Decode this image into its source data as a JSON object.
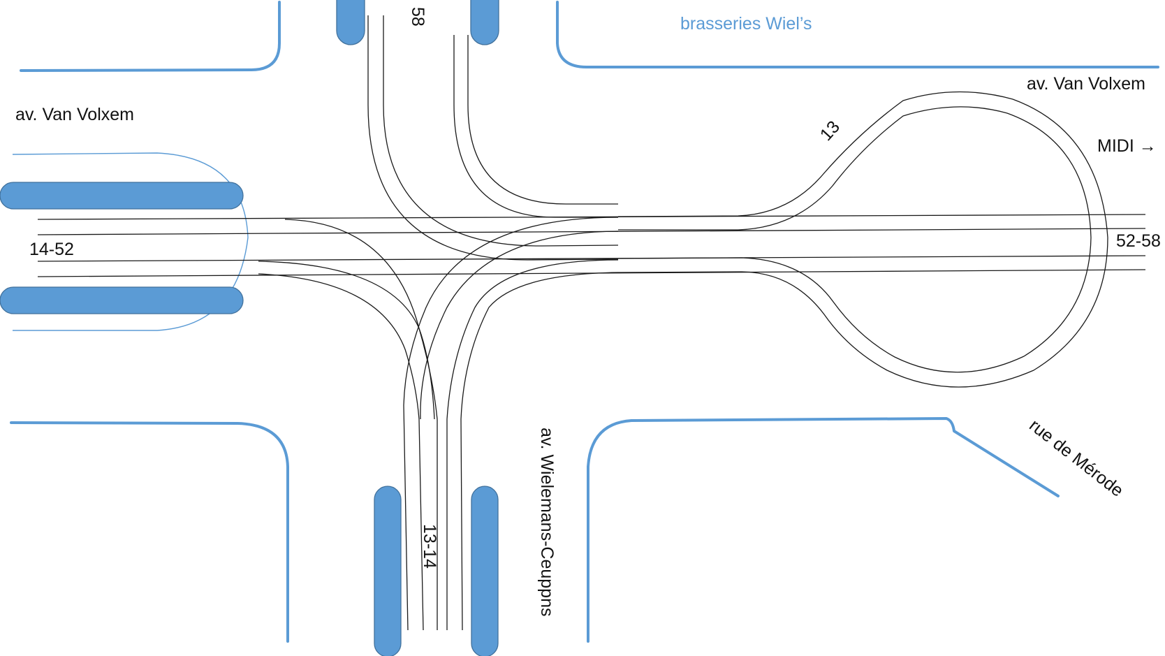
{
  "colors": {
    "curb": "#5b9bd5",
    "platform": "#5b9bd5",
    "rail": "#1a1a1a",
    "label": "#111111",
    "landmark": "#5b9bd5"
  },
  "labels": {
    "landmark": "brasseries Wiel’s",
    "street_left": "av. Van Volxem",
    "street_right": "av. Van Volxem",
    "direction_right": "MIDI →",
    "street_bottom": "av. Wielemans-Ceuppns",
    "street_diagonal": "rue de Mérode"
  },
  "tram_lines": {
    "top": "58",
    "left": "14-52",
    "right": "52-58",
    "bottom": "13-14",
    "loop": "13"
  }
}
